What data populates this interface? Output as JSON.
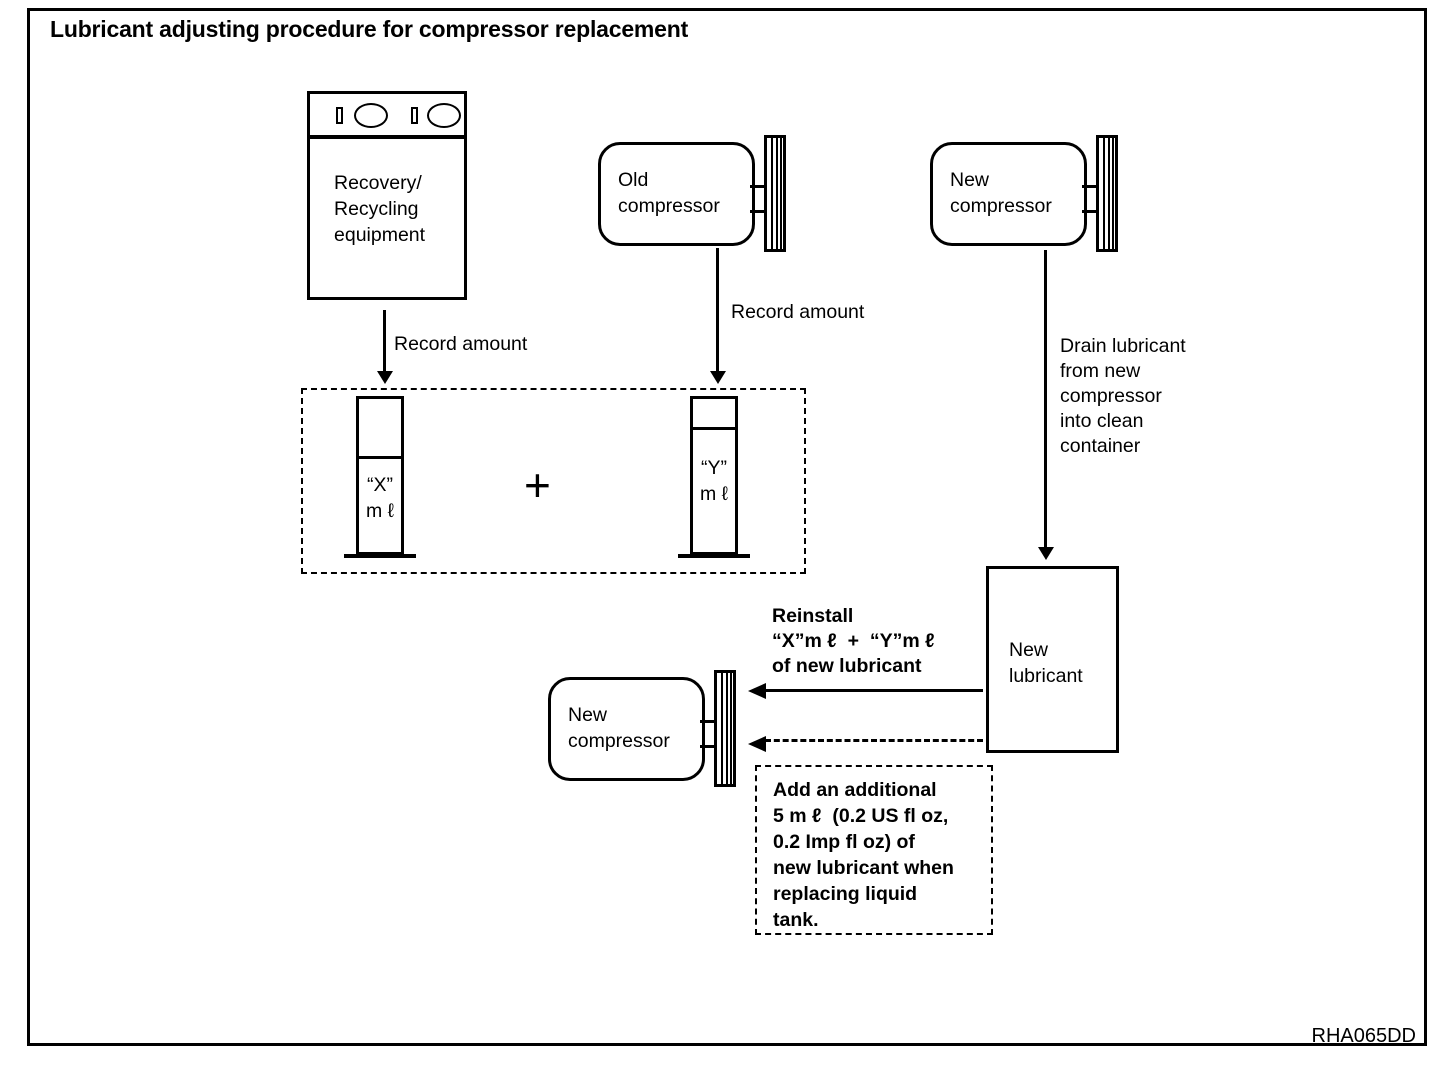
{
  "figure": {
    "title": "Lubricant adjusting procedure for compressor replacement",
    "code": "RHA065DD"
  },
  "nodes": {
    "recovery_equipment": {
      "label": "Recovery/\nRecycling\nequipment"
    },
    "old_compressor": {
      "label": "Old\ncompressor"
    },
    "new_compressor_top": {
      "label": "New\ncompressor"
    },
    "new_compressor_bottom": {
      "label": "New\ncompressor"
    },
    "new_lubricant": {
      "label": "New\nlubricant"
    }
  },
  "cylinders": {
    "x": {
      "label": "“X”\nm ℓ",
      "fill_percent": 62
    },
    "y": {
      "label": "“Y”\nm ℓ",
      "fill_percent": 83
    },
    "operator": "+"
  },
  "annotations": {
    "record_amount_left": "Record amount",
    "record_amount_right": "Record amount",
    "drain_lubricant": "Drain lubricant\nfrom new\ncompressor\ninto clean\ncontainer",
    "reinstall": "Reinstall\n“X”m ℓ  +  “Y”m ℓ\nof new lubricant",
    "note": "Add an additional\n5 m ℓ  (0.2 US fl oz,\n0.2 Imp fl oz) of\nnew lubricant when\nreplacing liquid\ntank."
  },
  "colors": {
    "line": "#000000",
    "background": "#ffffff"
  }
}
